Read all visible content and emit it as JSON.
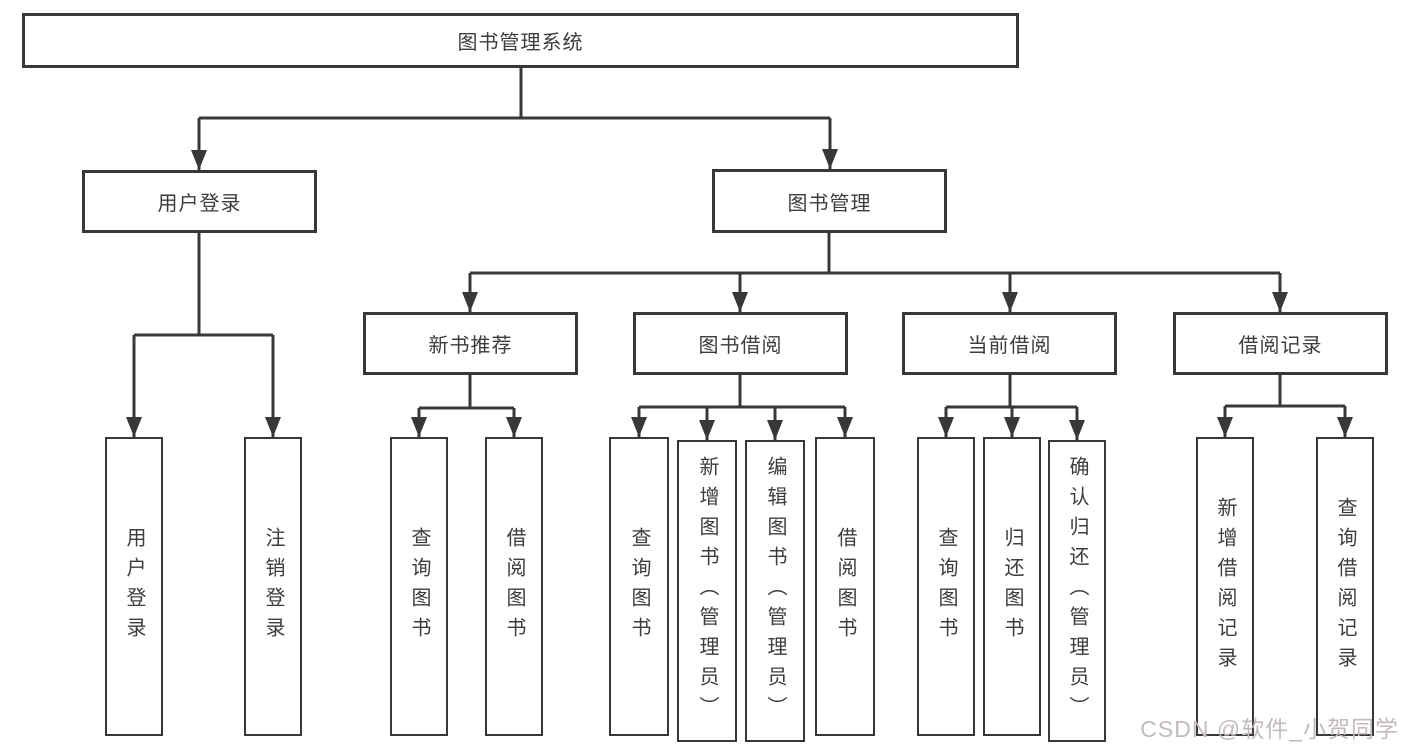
{
  "diagram": {
    "root": {
      "label": "图书管理系统"
    },
    "level2": [
      {
        "label": "用户登录"
      },
      {
        "label": "图书管理"
      }
    ],
    "level3": [
      {
        "label": "新书推荐"
      },
      {
        "label": "图书借阅"
      },
      {
        "label": "当前借阅"
      },
      {
        "label": "借阅记录"
      }
    ],
    "leaves": [
      {
        "label": "用户登录"
      },
      {
        "label": "注销登录"
      },
      {
        "label": "查询图书"
      },
      {
        "label": "借阅图书"
      },
      {
        "label": "查询图书"
      },
      {
        "label": "新增图书（管理员）"
      },
      {
        "label": "编辑图书（管理员）"
      },
      {
        "label": "借阅图书"
      },
      {
        "label": "查询图书"
      },
      {
        "label": "归还图书"
      },
      {
        "label": "确认归还（管理员）"
      },
      {
        "label": "新增借阅记录"
      },
      {
        "label": "查询借阅记录"
      }
    ]
  },
  "watermark": {
    "text": "CSDN @软件_小贺同学"
  },
  "colors": {
    "line": "#383838",
    "box_border": "#383838",
    "text": "#3d3d3d",
    "watermark": "#c3bbbb",
    "background": "#ffffff"
  }
}
